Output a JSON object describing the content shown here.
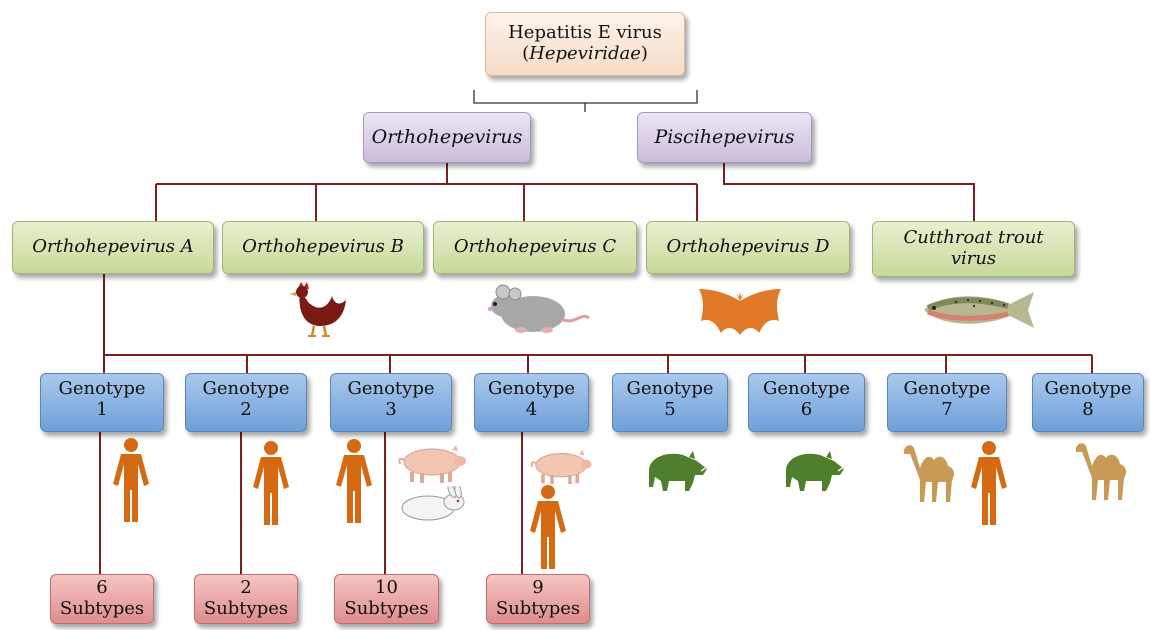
{
  "root": {
    "line1": "Hepatitis E virus",
    "line2_open": "(",
    "line2_italic": "Hepeviridae",
    "line2_close": ")"
  },
  "genera": {
    "ortho": "Orthohepevirus",
    "pisci": "Piscihepevirus"
  },
  "species": {
    "a": "Orthohepevirus A",
    "b": "Orthohepevirus B",
    "c": "Orthohepevirus C",
    "d": "Orthohepevirus D",
    "trout_line1": "Cutthroat trout",
    "trout_line2": "virus"
  },
  "genotypes": [
    {
      "label": "Genotype",
      "num": "1"
    },
    {
      "label": "Genotype",
      "num": "2"
    },
    {
      "label": "Genotype",
      "num": "3"
    },
    {
      "label": "Genotype",
      "num": "4"
    },
    {
      "label": "Genotype",
      "num": "5"
    },
    {
      "label": "Genotype",
      "num": "6"
    },
    {
      "label": "Genotype",
      "num": "7"
    },
    {
      "label": "Genotype",
      "num": "8"
    }
  ],
  "subtypes": [
    {
      "count": "6",
      "label": "Subtypes"
    },
    {
      "count": "2",
      "label": "Subtypes"
    },
    {
      "count": "10",
      "label": "Subtypes"
    },
    {
      "count": "9",
      "label": "Subtypes"
    }
  ],
  "hosts": {
    "species_b": "chicken-icon",
    "species_c": "rat-icon",
    "species_d": "bat-icon",
    "trout": "trout-icon",
    "genotype_1": [
      "human-icon"
    ],
    "genotype_2": [
      "human-icon"
    ],
    "genotype_3": [
      "human-icon",
      "pig-icon",
      "rabbit-icon"
    ],
    "genotype_4": [
      "pig-icon",
      "human-icon"
    ],
    "genotype_5": [
      "boar-icon"
    ],
    "genotype_6": [
      "boar-icon"
    ],
    "genotype_7": [
      "camel-icon",
      "human-icon"
    ],
    "genotype_8": [
      "camel-icon"
    ]
  },
  "colors": {
    "connector": "#7a1e1e",
    "human": "#d66a12",
    "boar": "#4e7f2c",
    "camel": "#c99a55",
    "bat": "#e07a28",
    "chicken": "#7a1a14",
    "rat": "#a8a8a8",
    "pig": "#f3c6b2"
  }
}
